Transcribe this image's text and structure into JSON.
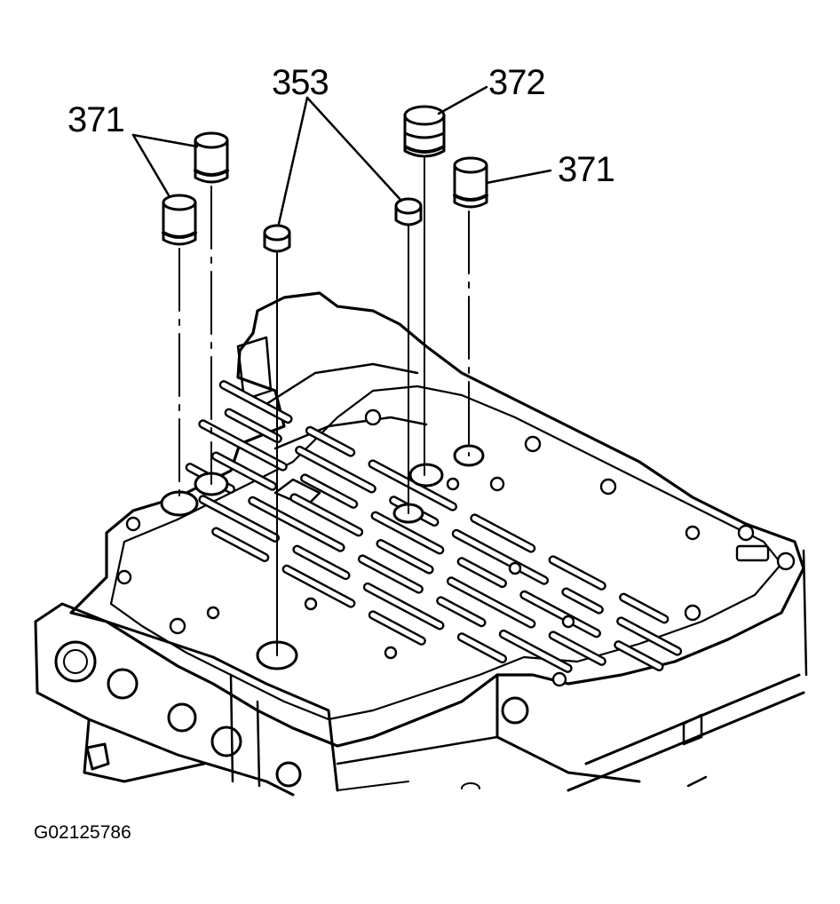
{
  "callouts": {
    "left_371": "371",
    "center_353": "353",
    "top_372": "372",
    "right_371": "371"
  },
  "figure_id": "G02125786"
}
